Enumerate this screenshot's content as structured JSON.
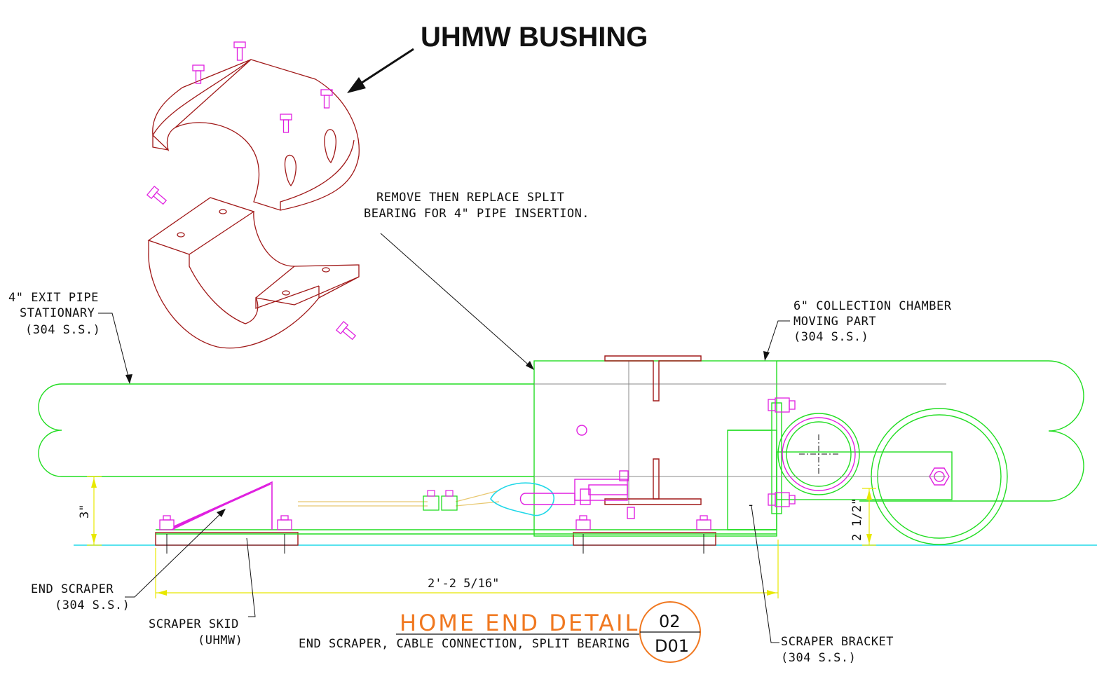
{
  "title": "UHMW BUSHING",
  "notes": {
    "split_bearing_1": "REMOVE THEN REPLACE SPLIT",
    "split_bearing_2": "BEARING FOR 4\" PIPE INSERTION."
  },
  "labels": {
    "exit_pipe_1": "4\" EXIT PIPE",
    "exit_pipe_2": "STATIONARY",
    "exit_pipe_3": "(304 S.S.)",
    "chamber_1": "6\" COLLECTION CHAMBER",
    "chamber_2": "MOVING PART",
    "chamber_3": "(304 S.S.)",
    "end_scraper_1": "END SCRAPER",
    "end_scraper_2": "(304 S.S.)",
    "skid_1": "SCRAPER SKID",
    "skid_2": "(UHMW)",
    "bracket_1": "SCRAPER BRACKET",
    "bracket_2": "(304 S.S.)"
  },
  "dimensions": {
    "height_left": "3\"",
    "height_right": "2 1/2\"",
    "length": "2'-2 5/16\""
  },
  "detail": {
    "title": "HOME END DETAIL",
    "subtitle": "END SCRAPER, CABLE CONNECTION, SPLIT BEARING",
    "number": "02",
    "sheet": "D01"
  },
  "colors": {
    "green": "#22dd22",
    "maroon": "#a01818",
    "magenta": "#e020e0",
    "yellow": "#e8e800",
    "cyan": "#20d8e8",
    "orange": "#f07820",
    "gray": "#888888"
  }
}
